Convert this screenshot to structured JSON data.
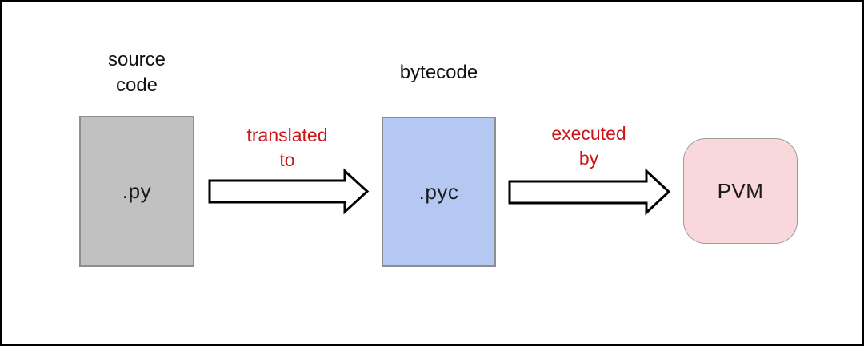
{
  "diagram": {
    "description": "Python source-to-execution flow diagram",
    "nodes": [
      {
        "id": "source-code",
        "caption_line1": "source",
        "caption_line2": "code",
        "text": ".py",
        "fill": "#c1c1c1",
        "border": "#8e8e8e"
      },
      {
        "id": "bytecode",
        "caption": "bytecode",
        "text": ".pyc",
        "fill": "#b5c8f2",
        "border": "#8e8e8e"
      },
      {
        "id": "pvm",
        "text": "PVM",
        "fill": "#f8d8db",
        "border": "#9b9b9b"
      }
    ],
    "arrows": [
      {
        "label_line1": "translated",
        "label_line2": "to"
      },
      {
        "label_line1": "executed",
        "label_line2": "by"
      }
    ],
    "colors": {
      "arrow_label": "#cc1518",
      "node_text": "#1a1a1a",
      "arrow_fill": "#ffffff",
      "arrow_outline": "#000000",
      "frame_border": "#000000",
      "background": "#ffffff"
    }
  }
}
